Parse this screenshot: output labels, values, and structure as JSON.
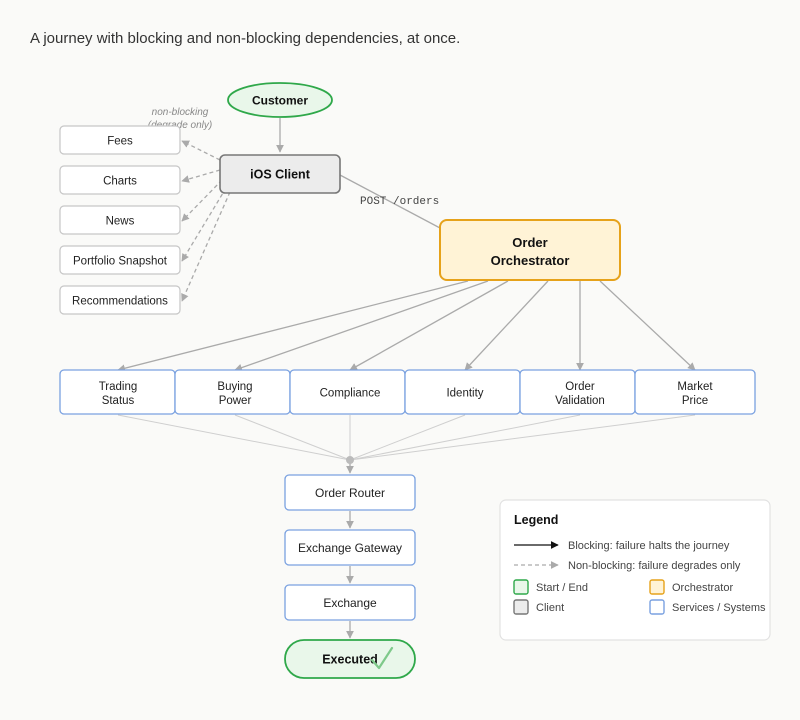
{
  "caption": "A journey with blocking and non-blocking dependencies, at once.",
  "nodes": {
    "customer": "Customer",
    "ios_client": "iOS Client",
    "orchestrator": [
      "Order",
      "Orchestrator"
    ],
    "order_router": "Order Router",
    "exchange_gateway": "Exchange Gateway",
    "exchange": "Exchange",
    "executed": "Executed"
  },
  "non_blocking_label": [
    "non-blocking",
    "(degrade only)"
  ],
  "edge_label": "POST /orders",
  "non_blocking_deps": [
    "Fees",
    "Charts",
    "News",
    "Portfolio Snapshot",
    "Recommendations"
  ],
  "services": [
    [
      "Trading",
      "Status"
    ],
    [
      "Buying",
      "Power"
    ],
    [
      "Compliance"
    ],
    [
      "Identity"
    ],
    [
      "Order",
      "Validation"
    ],
    [
      "Market",
      "Price"
    ]
  ],
  "legend": {
    "title": "Legend",
    "blocking": "Blocking: failure halts the journey",
    "non_blocking": "Non-blocking: failure degrades only",
    "start_end": "Start / End",
    "client": "Client",
    "orchestrator": "Orchestrator",
    "services": "Services / Systems"
  },
  "colors": {
    "start_fill": "#e9f7ea",
    "start_stroke": "#2fa84a",
    "client_fill": "#ececec",
    "client_stroke": "#777777",
    "orch_fill": "#fff3d6",
    "orch_stroke": "#e6a21a",
    "service_stroke": "#7aa1e0",
    "edge": "#aaaaaa"
  }
}
